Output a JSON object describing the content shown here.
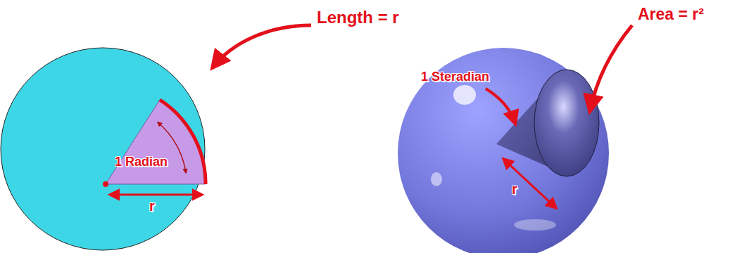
{
  "diagram": {
    "labels": [
      "Length = r",
      "1 Radian",
      "r",
      "1 Steradian",
      "Area = r²",
      "r"
    ]
  }
}
